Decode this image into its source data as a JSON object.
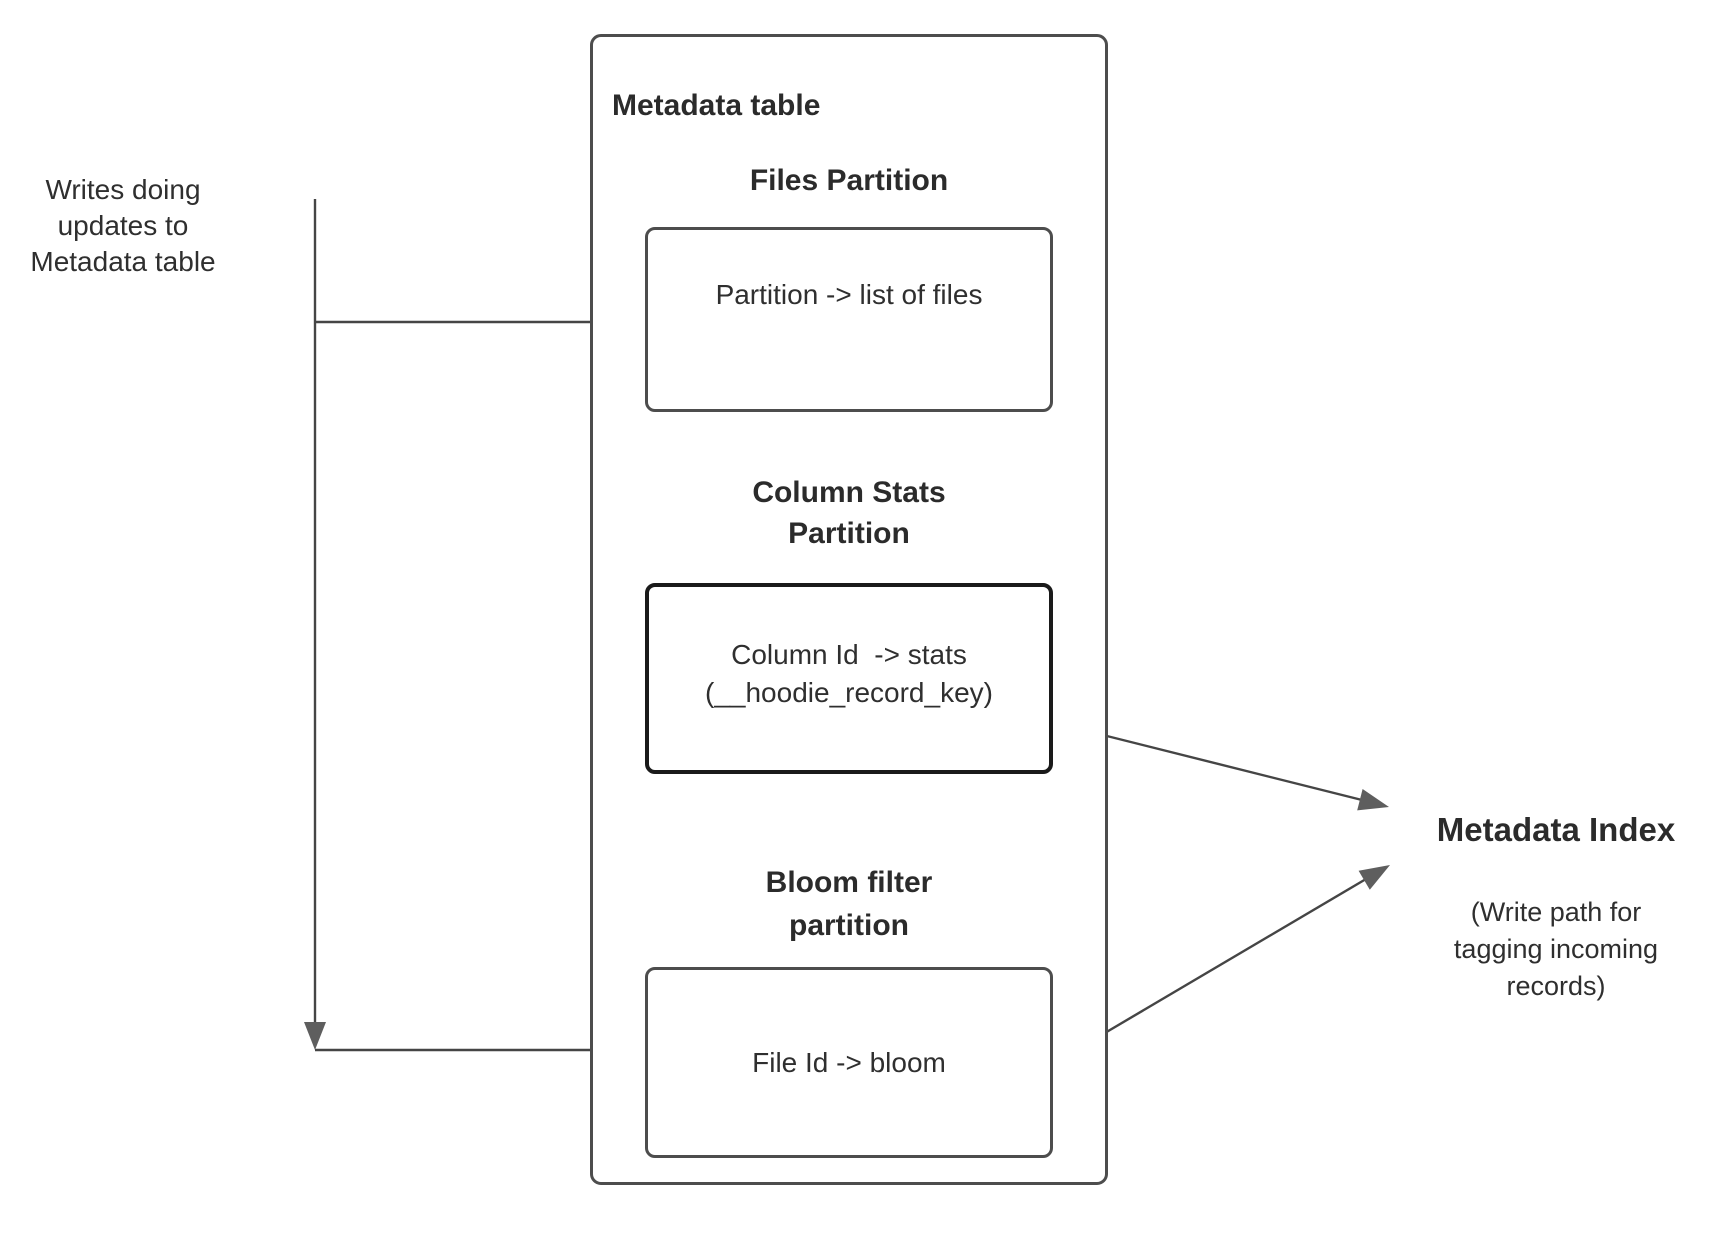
{
  "diagram": {
    "left_note": {
      "text": "Writes doing\nupdates to\nMetadata table"
    },
    "metadata_table": {
      "title": "Metadata table",
      "files_partition": {
        "heading": "Files Partition",
        "mapping": "Partition -> list of files"
      },
      "column_stats_partition": {
        "heading": "Column Stats\nPartition",
        "mapping": "Column Id  -> stats\n(__hoodie_record_key)"
      },
      "bloom_filter_partition": {
        "heading": "Bloom filter\npartition",
        "mapping": "File Id -> bloom"
      }
    },
    "metadata_index": {
      "title": "Metadata Index",
      "note": "(Write path for\ntagging incoming\nrecords)"
    },
    "colors": {
      "background": "#ffffff",
      "text": "#2f2f2f",
      "box_border": "#4d4d4d",
      "stats_box_border": "#1a1a1a",
      "connector_line": "#454545",
      "arrowhead": "#5e5e5e"
    }
  }
}
